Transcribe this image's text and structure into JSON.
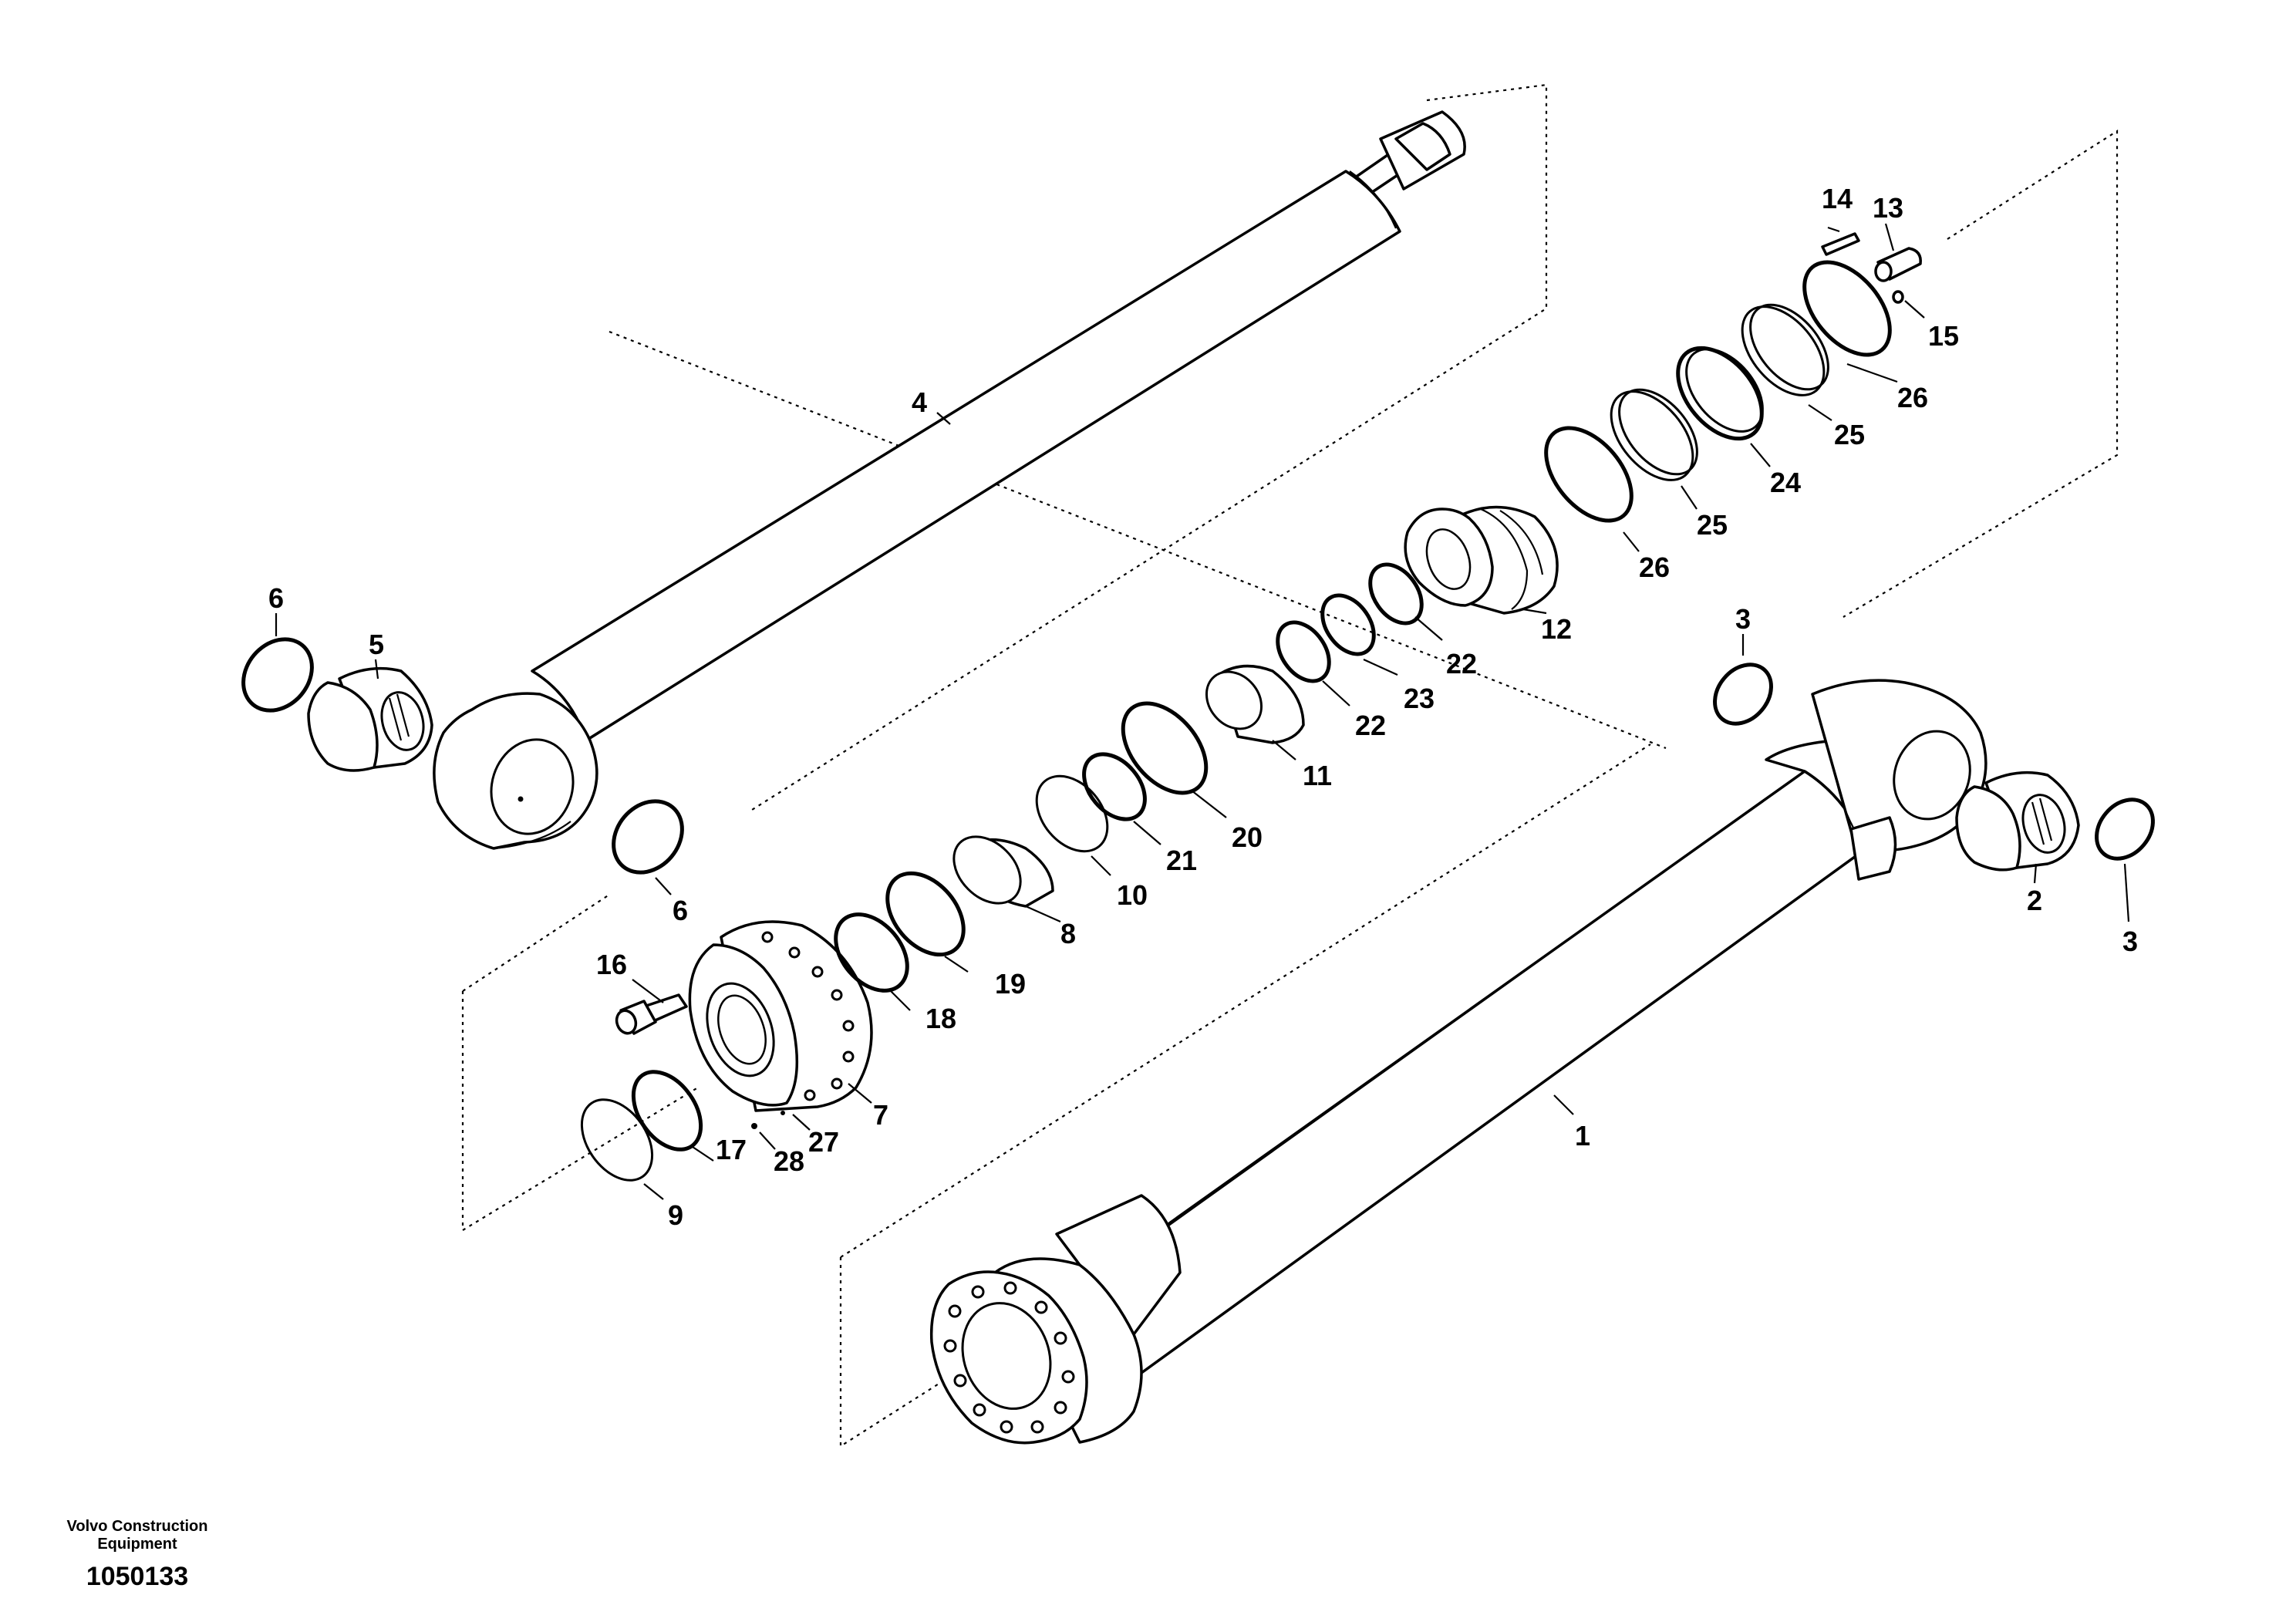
{
  "figure": {
    "drawing_number": "1050133",
    "company_line1": "Volvo Construction",
    "company_line2": "Equipment"
  },
  "callouts": {
    "c1": "1",
    "c2": "2",
    "c3a": "3",
    "c3b": "3",
    "c4": "4",
    "c5": "5",
    "c6a": "6",
    "c6b": "6",
    "c7": "7",
    "c8": "8",
    "c9": "9",
    "c10": "10",
    "c11": "11",
    "c12": "12",
    "c13": "13",
    "c14": "14",
    "c15": "15",
    "c16": "16",
    "c17": "17",
    "c18": "18",
    "c19": "19",
    "c20": "20",
    "c21": "21",
    "c22a": "22",
    "c22b": "22",
    "c23": "23",
    "c24": "24",
    "c25a": "25",
    "c25b": "25",
    "c26a": "26",
    "c26b": "26",
    "c27": "27",
    "c28": "28"
  }
}
